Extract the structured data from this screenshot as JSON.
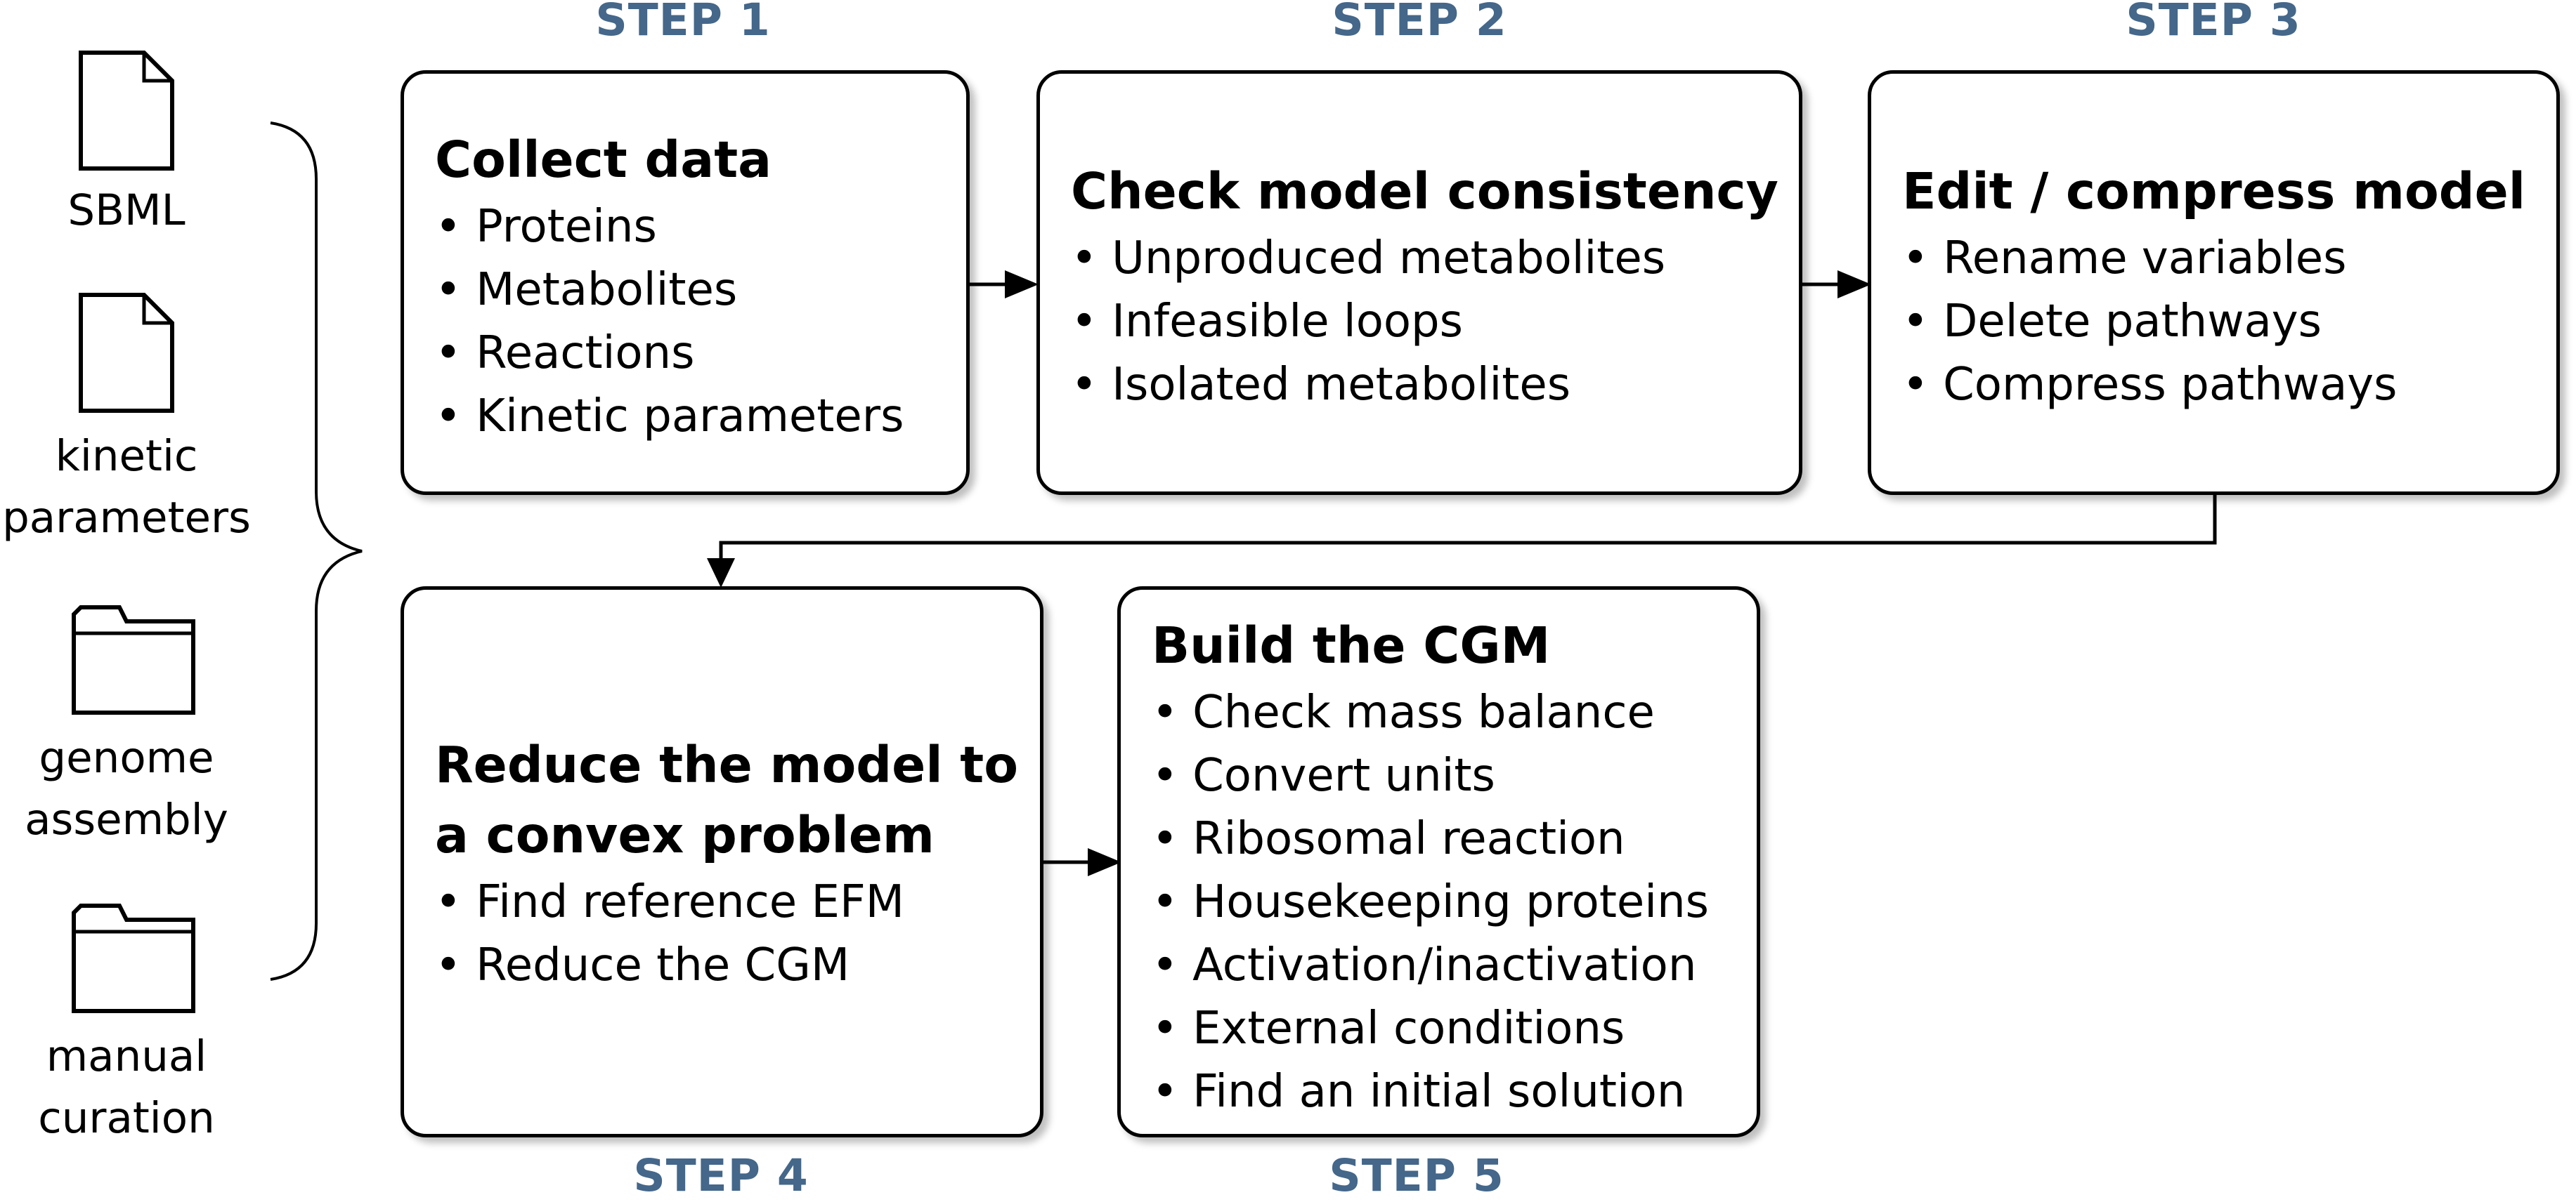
{
  "steps": [
    {
      "label": "STEP 1",
      "title": "Collect data",
      "items": [
        "Proteins",
        "Metabolites",
        "Reactions",
        "Kinetic parameters"
      ]
    },
    {
      "label": "STEP 2",
      "title": "Check model consistency",
      "items": [
        "Unproduced metabolites",
        "Infeasible loops",
        "Isolated metabolites"
      ]
    },
    {
      "label": "STEP 3",
      "title": "Edit / compress model",
      "items": [
        "Rename variables",
        "Delete pathways",
        "Compress pathways"
      ]
    },
    {
      "label": "STEP 4",
      "title_lines": [
        "Reduce the model to",
        "a convex problem"
      ],
      "items": [
        "Find reference EFM",
        "Reduce the CGM"
      ]
    },
    {
      "label": "STEP 5",
      "title": "Build the CGM",
      "items": [
        "Check mass balance",
        "Convert units",
        "Ribosomal reaction",
        "Housekeeping proteins",
        "Activation/inactivation",
        "External conditions",
        "Find an initial solution"
      ]
    }
  ],
  "sources": [
    {
      "icon": "file-icon",
      "label_lines": [
        "SBML"
      ]
    },
    {
      "icon": "file-icon",
      "label_lines": [
        "kinetic",
        "parameters"
      ]
    },
    {
      "icon": "folder-icon",
      "label_lines": [
        "genome",
        "assembly"
      ]
    },
    {
      "icon": "folder-icon",
      "label_lines": [
        "manual",
        "curation"
      ]
    }
  ],
  "colors": {
    "step_label": "#44678a",
    "box_border": "#000000",
    "arrow": "#000000"
  }
}
